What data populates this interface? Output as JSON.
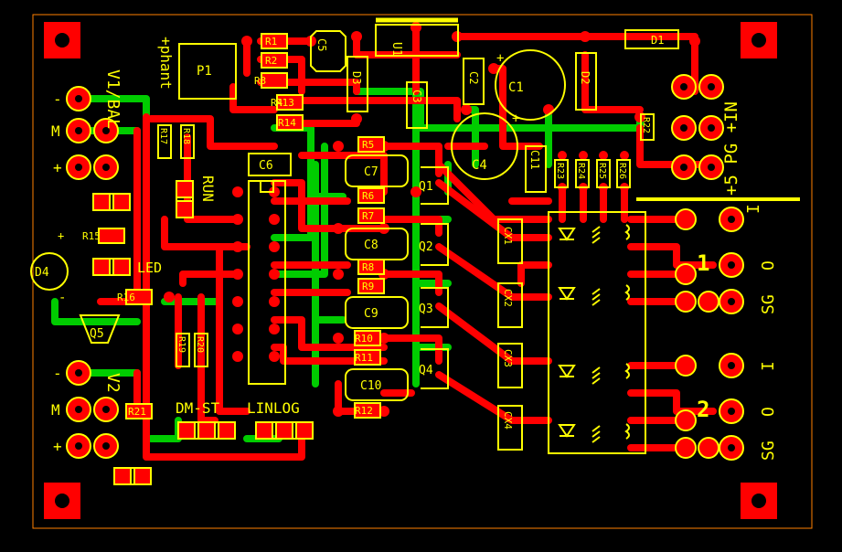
{
  "colors": {
    "background": "#000000",
    "top_copper": "#ff0000",
    "bottom_copper": "#00cc00",
    "silkscreen": "#ffff00",
    "outline": "#ff8000"
  },
  "silkscreen": {
    "resistors": [
      "R1",
      "R2",
      "R3",
      "R4",
      "R5",
      "R6",
      "R7",
      "R8",
      "R9",
      "R10",
      "R11",
      "R12",
      "R13",
      "R14",
      "R15",
      "R16",
      "R17",
      "R18",
      "R19",
      "R20",
      "R21",
      "R22",
      "R23",
      "R24",
      "R25",
      "R26"
    ],
    "capacitors": [
      "C1",
      "C2",
      "C3",
      "C4",
      "C5",
      "C6",
      "C7",
      "C8",
      "C9",
      "C10",
      "C11"
    ],
    "compensation_caps": [
      "CX1",
      "CX2",
      "CX3",
      "CX4"
    ],
    "diodes": [
      "D1",
      "D2",
      "D3",
      "D4"
    ],
    "transistors": [
      "Q1",
      "Q2",
      "Q3",
      "Q4",
      "Q5"
    ],
    "ic": "U1",
    "pot": "P1",
    "power_label": "+5 PG +IN",
    "phantom_label": "+phant",
    "input1_label": "V1/BAL",
    "input2_label": "V2",
    "input_pin_minus": "-",
    "input_pin_mid": "M",
    "input_pin_plus": "+",
    "run_label": "RUN",
    "led_label": "LED",
    "mode_label": "DM-ST",
    "scale_label": "LINLOG",
    "out1_number": "1",
    "out2_number": "2",
    "out_i": "I",
    "out_o": "O",
    "out_sg": "SG",
    "minus": "-",
    "plus": "+"
  }
}
